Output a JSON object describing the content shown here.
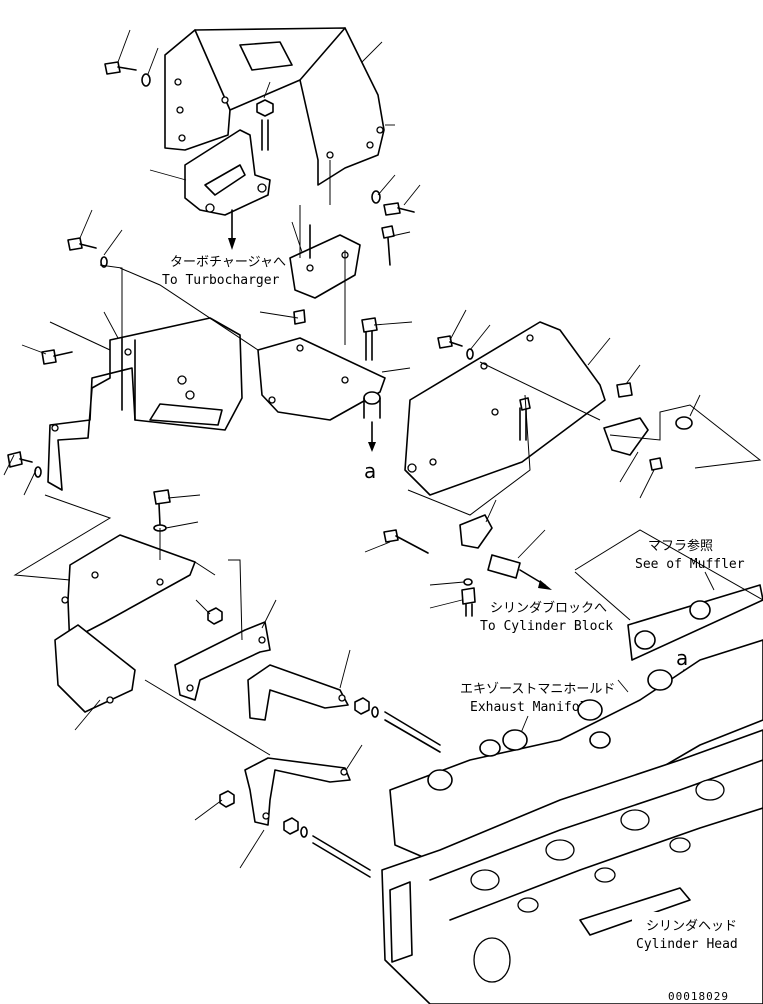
{
  "labels": {
    "turbo_jp": "ターボチャージャへ",
    "turbo_en": "To Turbocharger",
    "muffler_jp": "マフラ参照",
    "muffler_en": "See of Muffler",
    "cylblock_jp": "シリンダブロックへ",
    "cylblock_en": "To Cylinder Block",
    "manifold_jp": "エキゾーストマニホールド",
    "manifold_en": "Exhaust Manifold",
    "cylhead_jp": "シリンダヘッド",
    "cylhead_en": "Cylinder Head",
    "ref_a_1": "a",
    "ref_a_2": "a"
  },
  "drawing_code": "00018029"
}
